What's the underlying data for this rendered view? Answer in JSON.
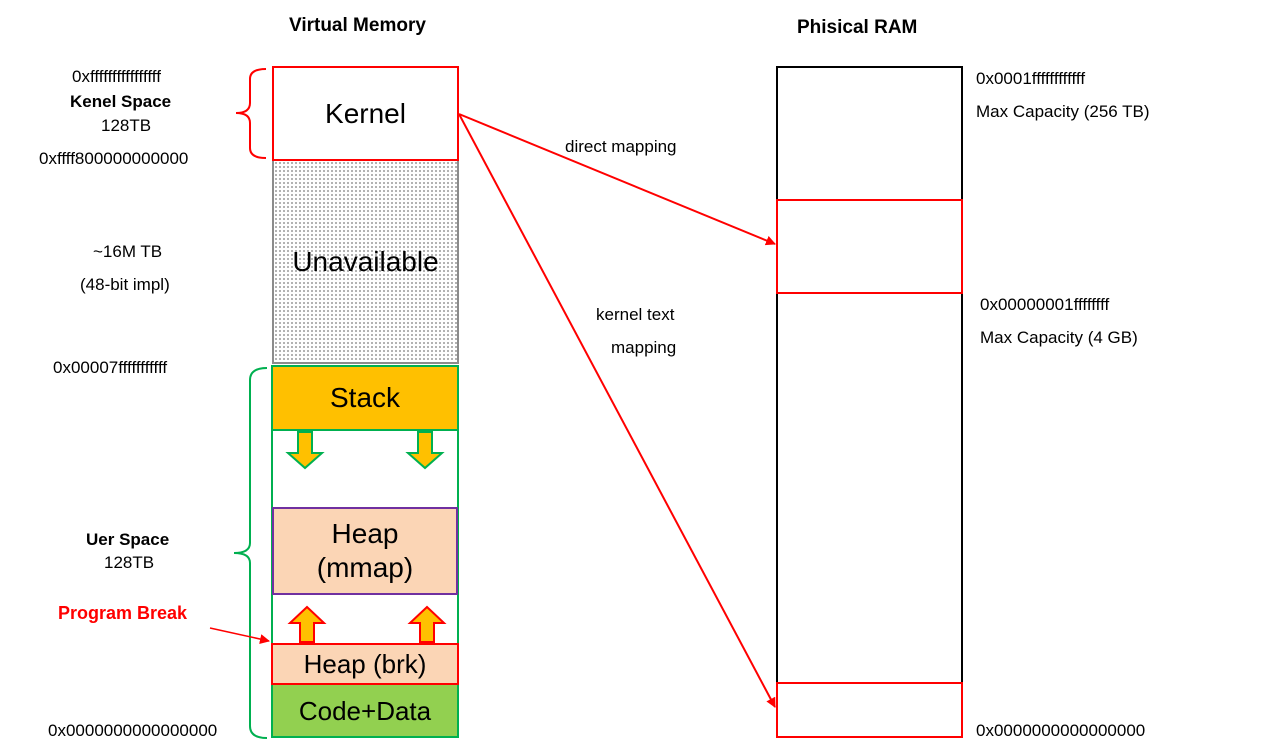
{
  "virtual_memory": {
    "title": "Virtual Memory",
    "kernel_top_addr": "0xffffffffffffffff",
    "kernel_space_label": "Kenel Space",
    "kernel_space_size": "128TB",
    "kernel_bottom_addr": "0xffff800000000000",
    "unavailable_size": "~16M TB",
    "unavailable_note": "(48-bit impl)",
    "user_top_addr": "0x00007fffffffffff",
    "user_space_label": "Uer Space",
    "user_space_size": "128TB",
    "program_break_label": "Program Break",
    "user_bottom_addr": "0x0000000000000000",
    "segments": {
      "kernel": "Kernel",
      "unavailable": "Unavailable",
      "stack": "Stack",
      "heap_mmap_line1": "Heap",
      "heap_mmap_line2": "(mmap)",
      "heap_brk": "Heap (brk)",
      "code_data": "Code+Data"
    }
  },
  "mappings": {
    "direct": "direct mapping",
    "kernel_text_line1": "kernel text",
    "kernel_text_line2": "mapping"
  },
  "physical_ram": {
    "title": "Phisical RAM",
    "top_addr": "0x0001ffffffffffff",
    "top_capacity": "Max Capacity (256 TB)",
    "mid_addr": "0x00000001ffffffff",
    "mid_capacity": "Max Capacity (4 GB)",
    "bottom_addr": "0x0000000000000000"
  },
  "colors": {
    "red": "#ff0000",
    "green": "#00b050",
    "stack_fill": "#ffc000",
    "heap_fill": "#fbd5b5",
    "heap_mmap_border": "#7030a0",
    "code_fill": "#92d050"
  }
}
